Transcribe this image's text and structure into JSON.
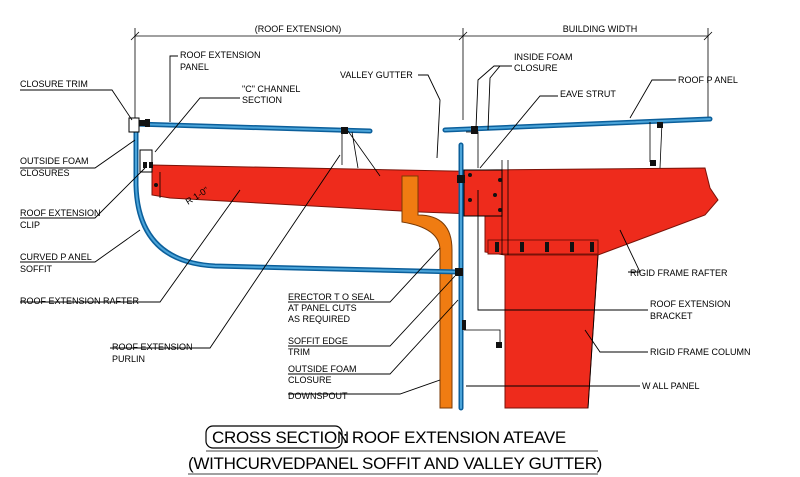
{
  "dimensions": {
    "roof_extension": "(ROOF EXTENSION)",
    "building_width": "BUILDING WIDTH"
  },
  "labels": {
    "closure_trim": "CLOSURE TRIM",
    "roof_extension_panel_1": "ROOF EXTENSION",
    "roof_extension_panel_2": "PANEL",
    "c_channel_1": "\"C\" CHANNEL",
    "c_channel_2": "SECTION",
    "valley_gutter": "VALLEY GUTTER",
    "inside_foam_1": "INSIDE FOAM",
    "inside_foam_2": "CLOSURE",
    "eave_strut": "EAVE STRUT",
    "roof_panel": "ROOF P ANEL",
    "outside_foam_closures_1": "OUTSIDE FOAM",
    "outside_foam_closures_2": "CLOSURES",
    "roof_extension_clip_1": "ROOF EXTENSION",
    "roof_extension_clip_2": "CLIP",
    "curved_panel_soffit_1": "CURVED P ANEL",
    "curved_panel_soffit_2": "SOFFIT",
    "roof_extension_rafter": "ROOF EXTENSION RAFTER",
    "roof_extension_purlin_1": "ROOF EXTENSION",
    "roof_extension_purlin_2": "PURLIN",
    "erector_seal_1": "ERECTOR T O SEAL",
    "erector_seal_2": "AT PANEL CUTS",
    "erector_seal_3": "AS REQUIRED",
    "soffit_edge_trim_1": "SOFFIT EDGE",
    "soffit_edge_trim_2": "TRIM",
    "outside_foam_closure_1": "OUTSIDE FOAM",
    "outside_foam_closure_2": "CLOSURE",
    "downspout": "DOWNSPOUT",
    "rigid_frame_rafter": "RIGID FRAME RAFTER",
    "roof_extension_bracket_1": "ROOF EXTENSION",
    "roof_extension_bracket_2": "BRACKET",
    "rigid_frame_column": "RIGID FRAME COLUMN",
    "wall_panel": "W ALL PANEL",
    "radius": "R 1-0\""
  },
  "title": {
    "line1_boxed": "CROSS SECTION",
    "line1_rest": " : ROOF EXTENSION ATEAVE",
    "line2": "(WITHCURVEDPANEL SOFFIT AND VALLEY GUTTER)"
  },
  "colors": {
    "steel_red": "#ee2b1c",
    "downspout_orange": "#f07c12",
    "panel_blue": "#0b5f9b"
  }
}
